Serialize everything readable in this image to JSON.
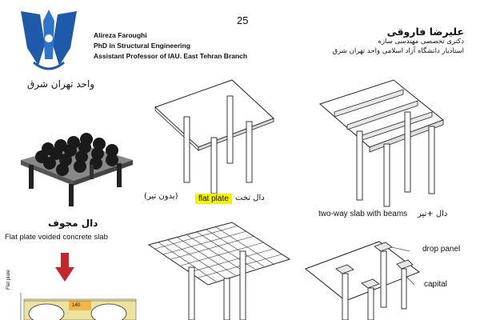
{
  "header": {
    "campus_label": "واحد تهران شرق",
    "page_number": "25",
    "author_en": [
      "Alireza Faroughi",
      "PhD in Structural Engineering",
      "Assistant Professor of IAU. East Tehran Branch"
    ],
    "author_fa_name": "علیرضا فاروقی",
    "author_fa_lines": [
      "دکتری تخصصی مهندسی سازه",
      "استادیار دانشگاه آزاد اسلامی واحد تهران شرق"
    ]
  },
  "left_panel": {
    "voided_title_fa": "دال مجوف",
    "voided_title_en": "Flat plate voided concrete slab",
    "section_dim_label": "140",
    "section_side_label": "Flat plate"
  },
  "captions": {
    "flat_plate_fa_left": "(بدون تیر)",
    "flat_plate_en": "flat plate",
    "flat_plate_fa_right": "دال تخت",
    "two_way_en": "two-way slab with beams",
    "two_way_fa": "دال +تیر",
    "drop_panel": "drop panel",
    "capital": "capital"
  },
  "colors": {
    "highlight": "#f5f200",
    "arrow": "#c0282a"
  }
}
